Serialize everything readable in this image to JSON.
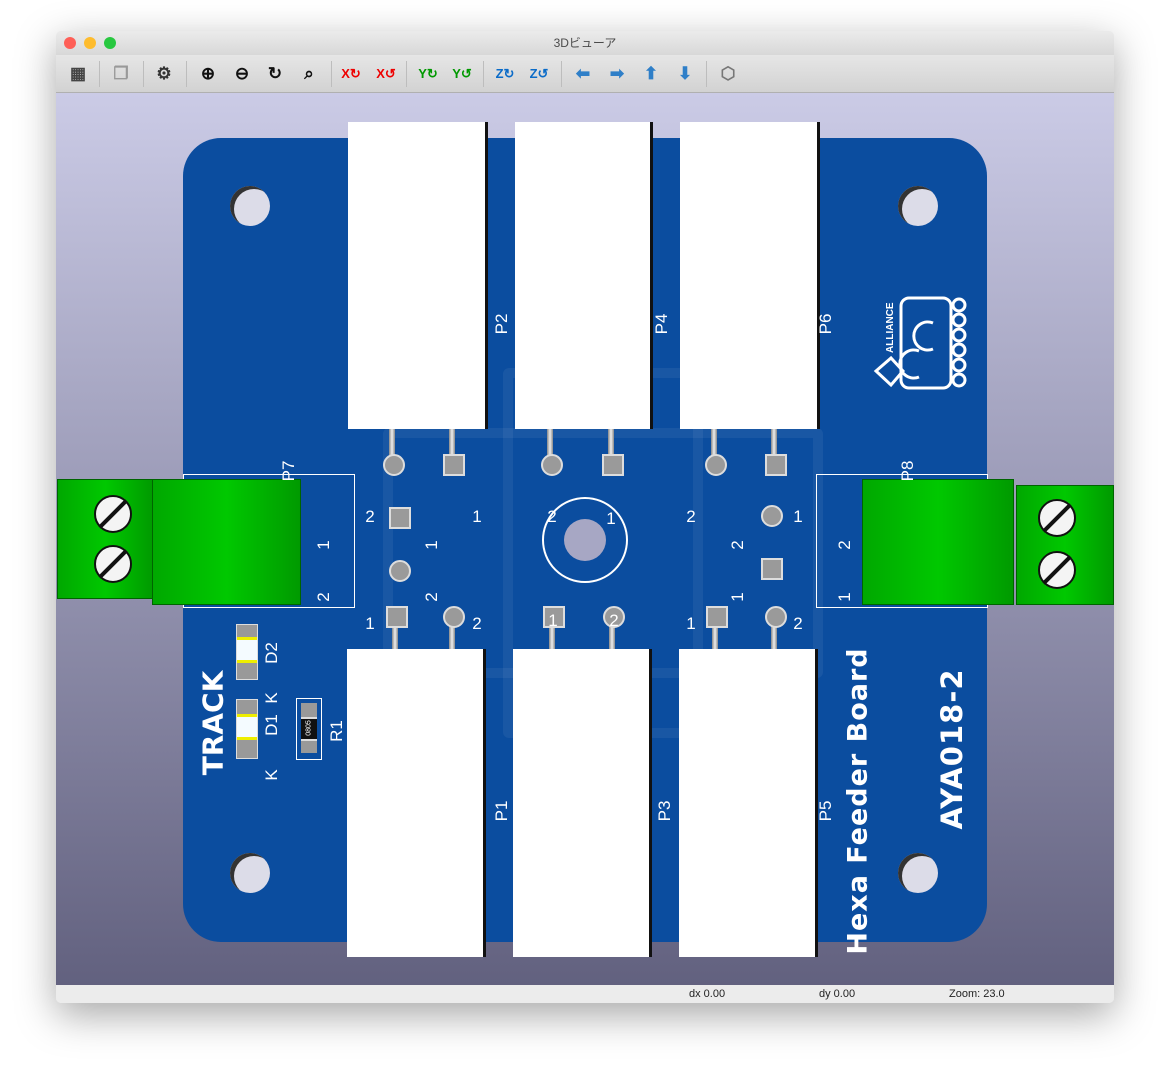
{
  "window": {
    "title": "3Dビューア"
  },
  "toolbar": {
    "items": [
      {
        "name": "export-3d-button",
        "glyph": "▦"
      },
      {
        "name": "copy-button",
        "glyph": "❐"
      },
      {
        "name": "settings-button",
        "glyph": "⚙"
      },
      {
        "name": "zoom-in-button",
        "glyph": "⊕"
      },
      {
        "name": "zoom-out-button",
        "glyph": "⊖"
      },
      {
        "name": "redraw-button",
        "glyph": "↻"
      },
      {
        "name": "zoom-fit-button",
        "glyph": "⌕"
      },
      {
        "name": "rotate-x-cw-button",
        "glyph": "X↻"
      },
      {
        "name": "rotate-x-ccw-button",
        "glyph": "X↺"
      },
      {
        "name": "rotate-y-cw-button",
        "glyph": "Y↻"
      },
      {
        "name": "rotate-y-ccw-button",
        "glyph": "Y↺"
      },
      {
        "name": "rotate-z-cw-button",
        "glyph": "Z↻"
      },
      {
        "name": "rotate-z-ccw-button",
        "glyph": "Z↺"
      },
      {
        "name": "move-left-button",
        "glyph": "⬅"
      },
      {
        "name": "move-right-button",
        "glyph": "➡"
      },
      {
        "name": "move-up-button",
        "glyph": "⬆"
      },
      {
        "name": "move-down-button",
        "glyph": "⬇"
      },
      {
        "name": "ortho-view-button",
        "glyph": "⬡"
      }
    ]
  },
  "board": {
    "designators": {
      "p1": "P1",
      "p2": "P2",
      "p3": "P3",
      "p4": "P4",
      "p5": "P5",
      "p6": "P6",
      "p7": "P7",
      "p8": "P8",
      "d1": "D1",
      "d2": "D2",
      "r1": "R1",
      "k": "K"
    },
    "pin1": "1",
    "pin2": "2",
    "track_label": "TRACK",
    "board_name": "Hexa Feeder Board",
    "revision": "AYA018-2",
    "resistor_marking": "0805",
    "logo": "ALLIANCE DCC"
  },
  "status": {
    "dx": "dx 0.00",
    "dy": "dy 0.00",
    "zoom": "Zoom: 23.0"
  },
  "colors": {
    "board": "#0b4d9f",
    "terminal": "#00b400"
  }
}
